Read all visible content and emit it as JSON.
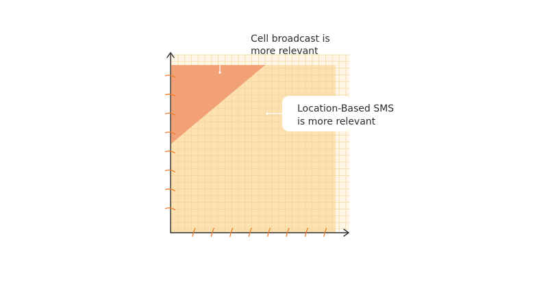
{
  "annotations": {
    "cell_broadcast": {
      "line1": "Cell broadcast is",
      "line2": "more relevant"
    },
    "location_sms": {
      "line1": "Location-Based SMS",
      "line2": "is more relevant"
    }
  },
  "colors": {
    "background": "#ffffff",
    "region_sms": "#fde1b0",
    "region_cell_broadcast": "#f2a176",
    "grid": "#f0d49a",
    "axis": "#2c2c2c",
    "tick": "#f07a2a",
    "callout_fill": "#ffffff",
    "text": "#2c2c2c"
  },
  "axes": {
    "x_tick_count": 8,
    "y_tick_count": 8,
    "arrowheads": true
  }
}
